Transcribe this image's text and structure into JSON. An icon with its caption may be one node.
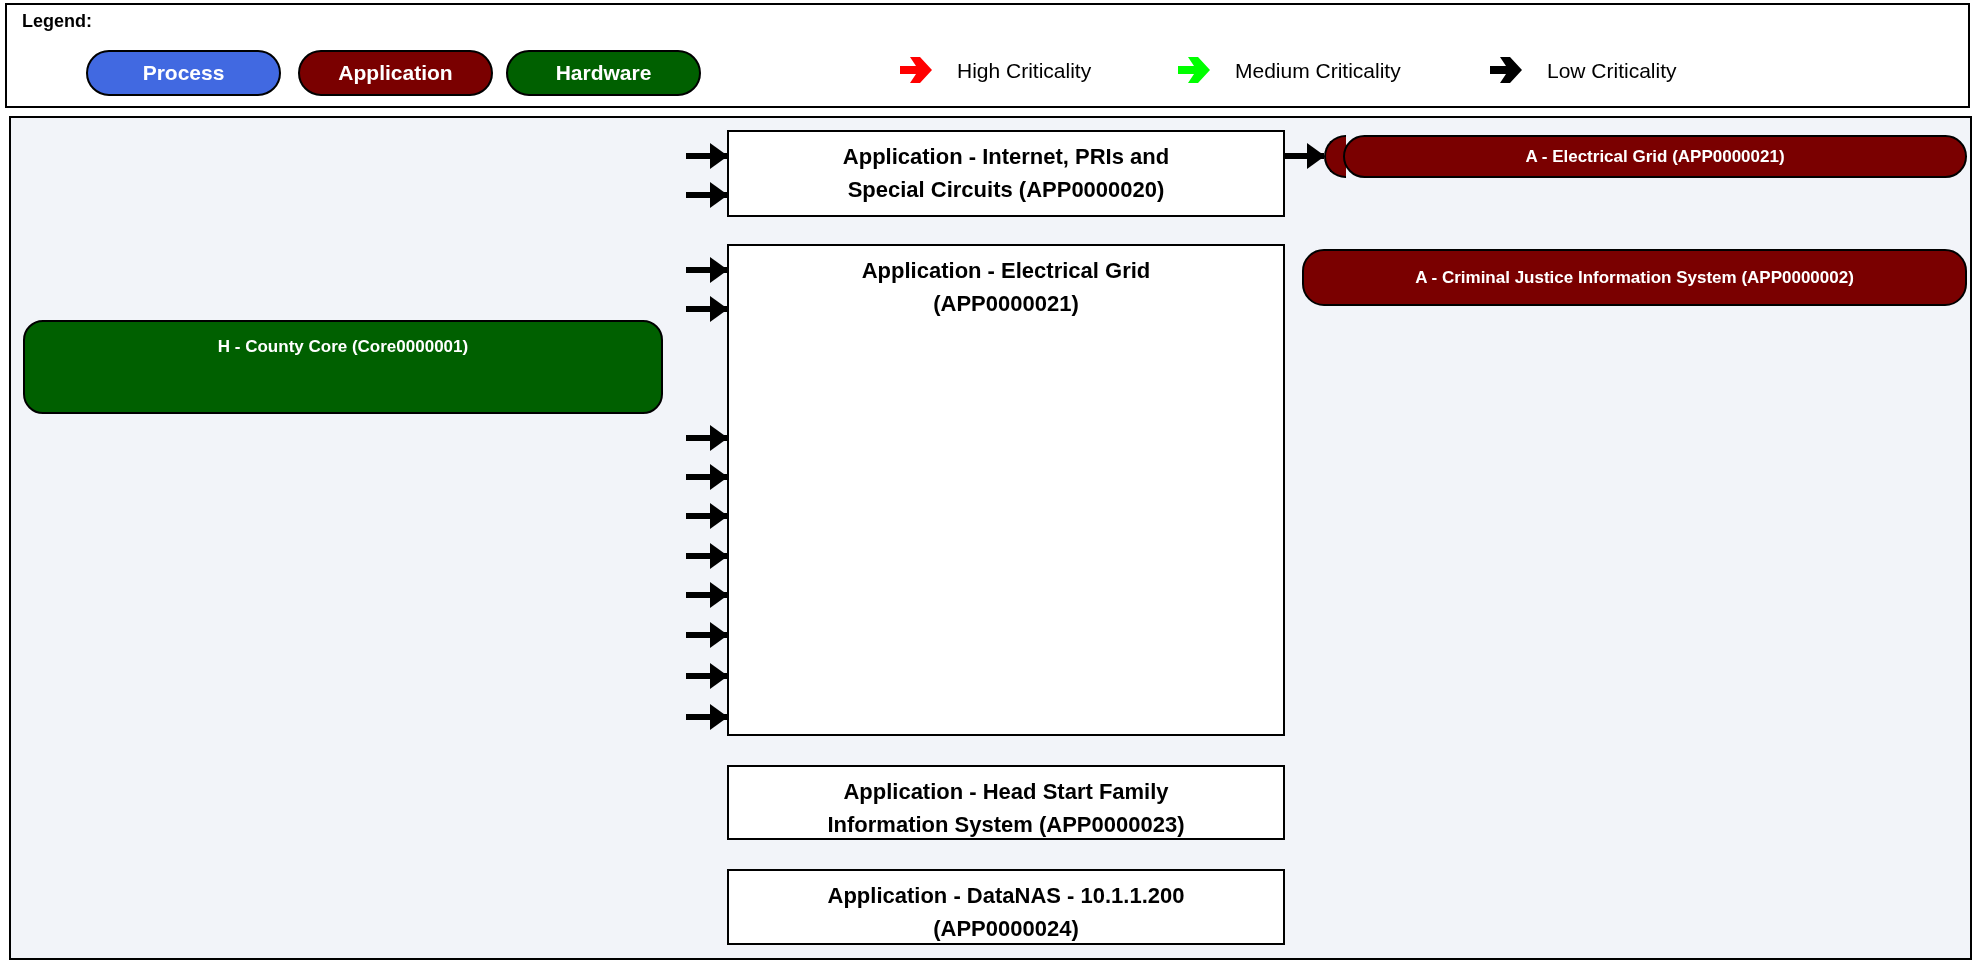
{
  "diagram": {
    "nodes": [
      {
        "text": [
          "H - County Core (Core0000001)"
        ]
      },
      {
        "text": [
          "Application - Internet, PRIs and Special Circuits (APP0000020)"
        ]
      },
      {
        "text": [
          "Application - Electrical Grid (APP0000021)"
        ]
      },
      {
        "text": [
          "Application - Head Start Family Information System (APP0000023)"
        ]
      },
      {
        "text": [
          "Application - DataNAS - 10.1.1.200 (APP0000024)"
        ]
      },
      {
        "text": [],
        "shape": "box"
      },
      {
        "text": [
          "A - Electrical Grid (APP0000021)"
        ]
      },
      {
        "text": [
          "A - Criminal Justice Information System (APP0000002)"
        ]
      }
    ],
    "edges": [
      {
        "from": null,
        "to": 1,
        "arrow": "to"
      },
      {
        "from": null,
        "to": 1,
        "arrow": "to"
      },
      {
        "from": null,
        "to": 2,
        "arrow": "to"
      },
      {
        "from": null,
        "to": 2,
        "arrow": "to"
      },
      {
        "from": null,
        "to": 2,
        "arrow": "to"
      },
      {
        "from": null,
        "to": 2,
        "arrow": "to"
      },
      {
        "from": null,
        "to": 2,
        "arrow": "to"
      },
      {
        "from": null,
        "to": 2,
        "arrow": "to"
      },
      {
        "from": null,
        "to": 2,
        "arrow": "to"
      },
      {
        "from": null,
        "to": 2,
        "arrow": "to"
      },
      {
        "from": null,
        "to": 2,
        "arrow": "to"
      },
      {
        "from": null,
        "to": 2,
        "arrow": "to"
      },
      {
        "from": 1,
        "to": 5,
        "arrow": "to"
      }
    ],
    "labels": [
      "Legend:"
    ],
    "legend": [
      {
        "text": "Process",
        "color": "#4169e1"
      },
      {
        "text": "Application",
        "color": "#7a0000"
      },
      {
        "text": "Hardware",
        "color": "#006000"
      },
      {
        "text": "High Criticality",
        "color": "#ff0000"
      },
      {
        "text": "Medium Criticality",
        "color": "#00ff00"
      },
      {
        "text": "Low Criticality",
        "color": "#000000"
      }
    ]
  }
}
